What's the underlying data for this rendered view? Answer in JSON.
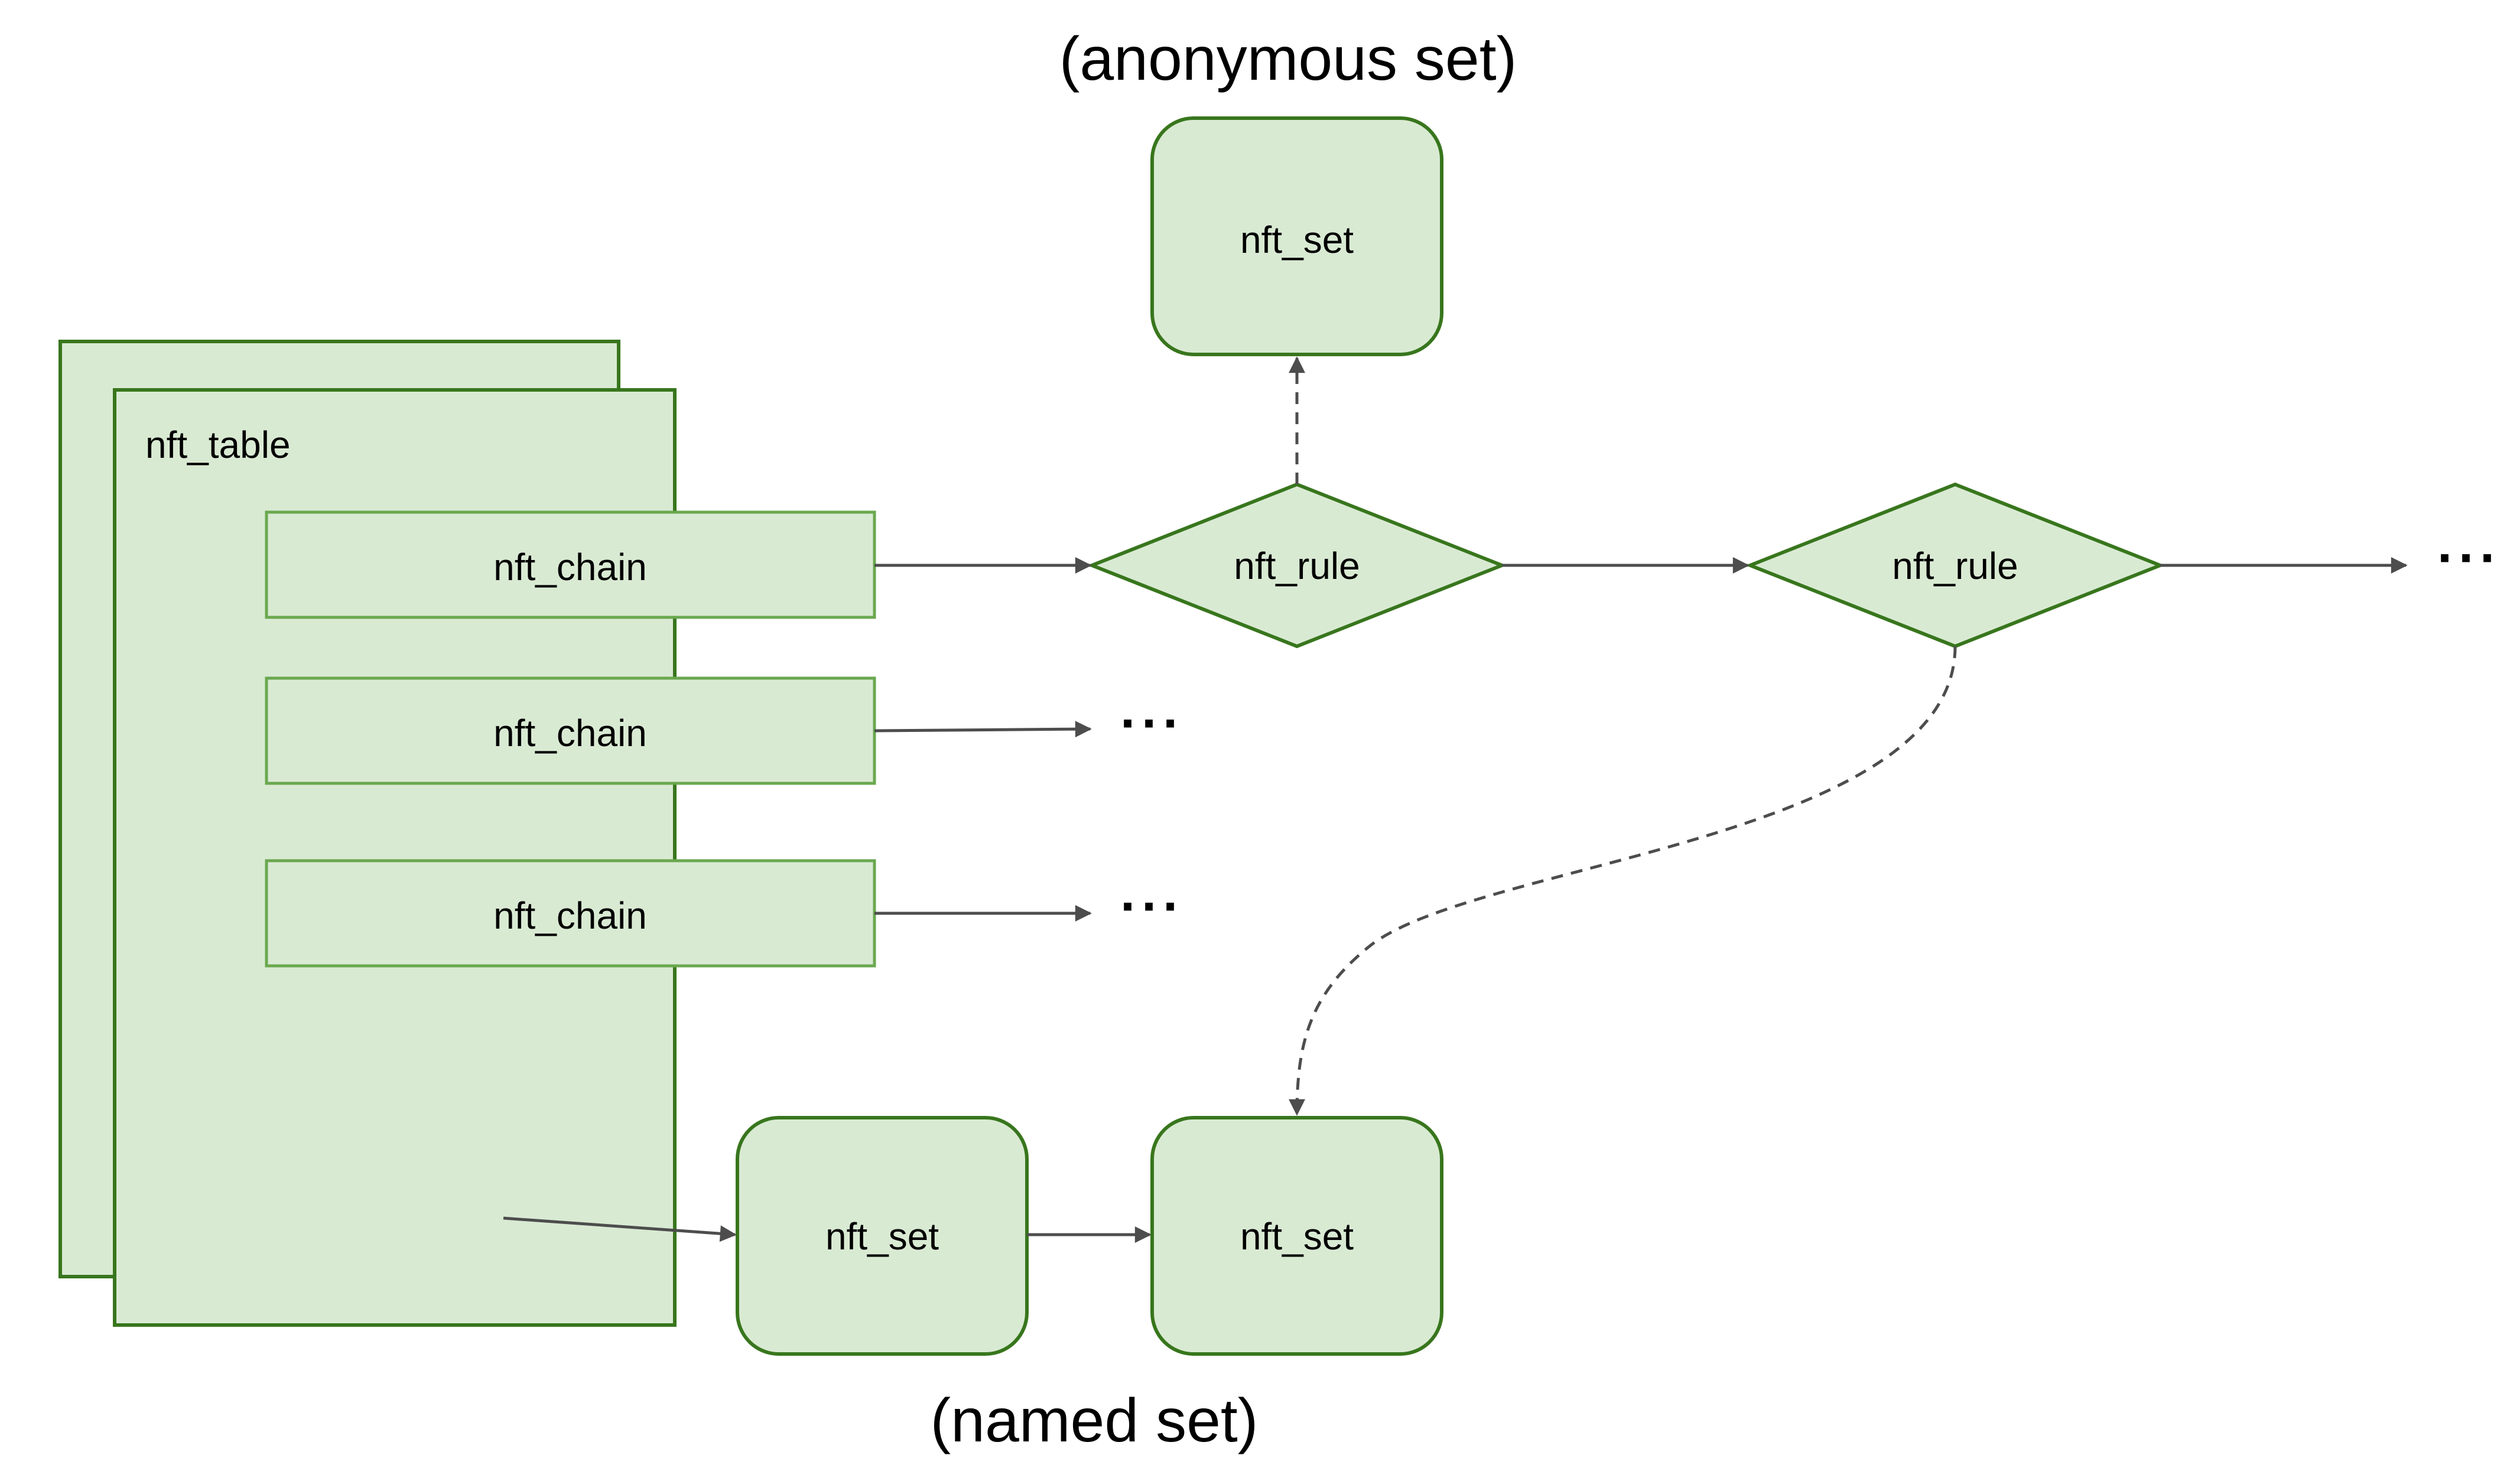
{
  "captions": {
    "anonymous_set": "(anonymous set)",
    "named_set": "(named set)"
  },
  "table": {
    "label": "nft_table"
  },
  "chains": [
    {
      "label": "nft_chain"
    },
    {
      "label": "nft_chain"
    },
    {
      "label": "nft_chain"
    }
  ],
  "rules": [
    {
      "label": "nft_rule"
    },
    {
      "label": "nft_rule"
    }
  ],
  "sets": {
    "anonymous": {
      "label": "nft_set"
    },
    "named_first": {
      "label": "nft_set"
    },
    "named_second": {
      "label": "nft_set"
    }
  },
  "ellipsis": {
    "rule_chain": "···",
    "chain_2": "···",
    "chain_3": "···"
  },
  "colors": {
    "node_fill": "#d9ead3",
    "node_stroke_dark": "#38761d",
    "node_stroke_light": "#6aa84f",
    "edge": "#4d4d4d"
  }
}
